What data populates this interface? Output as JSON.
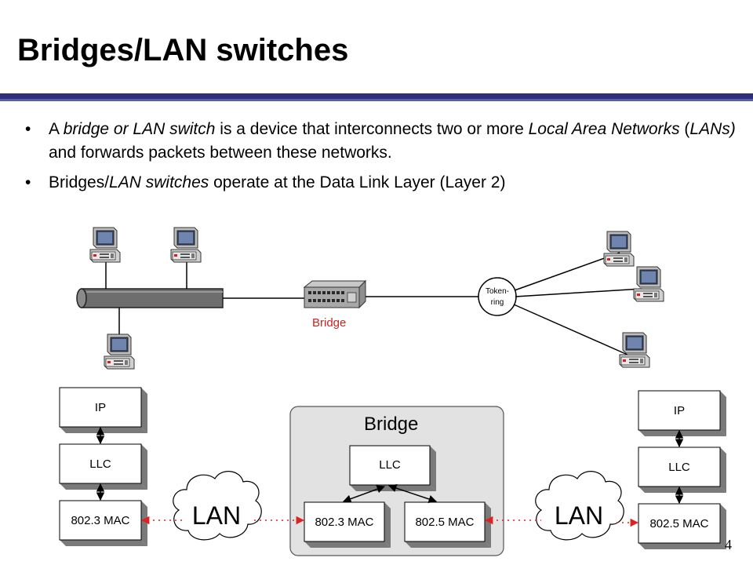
{
  "slide": {
    "title": "Bridges/LAN switches",
    "number": "4",
    "accent_color": "#2b2e7a"
  },
  "bullets": [
    {
      "marker": "•",
      "parts": [
        {
          "text": "A ",
          "italic": false
        },
        {
          "text": "bridge or LAN switch",
          "italic": true
        },
        {
          "text": " is a device that interconnects two or more ",
          "italic": false
        },
        {
          "text": "Local Area Networks",
          "italic": true
        },
        {
          "text": " (",
          "italic": false
        },
        {
          "text": "LANs)",
          "italic": true
        },
        {
          "text": " and forwards packets between these networks.",
          "italic": false
        }
      ]
    },
    {
      "marker": "•",
      "parts": [
        {
          "text": "Bridges/",
          "italic": false
        },
        {
          "text": "LAN switches",
          "italic": true
        },
        {
          "text": " operate at the Data Link Layer (Layer 2)",
          "italic": false
        }
      ]
    }
  ],
  "topology": {
    "bridge_label": "Bridge",
    "bridge_label_color": "#cc2222",
    "token_ring_label_line1": "Token-",
    "token_ring_label_line2": "ring",
    "computer_icon": "desktop-computer-icon"
  },
  "stack": {
    "left": {
      "ip": "IP",
      "llc": "LLC",
      "mac": "802.3 MAC"
    },
    "bridge": {
      "title": "Bridge",
      "llc": "LLC",
      "mac_left": "802.3 MAC",
      "mac_right": "802.5 MAC"
    },
    "right": {
      "ip": "IP",
      "llc": "LLC",
      "mac": "802.5 MAC"
    },
    "cloud_left": "LAN",
    "cloud_right": "LAN",
    "link_color": "#dd2222"
  }
}
